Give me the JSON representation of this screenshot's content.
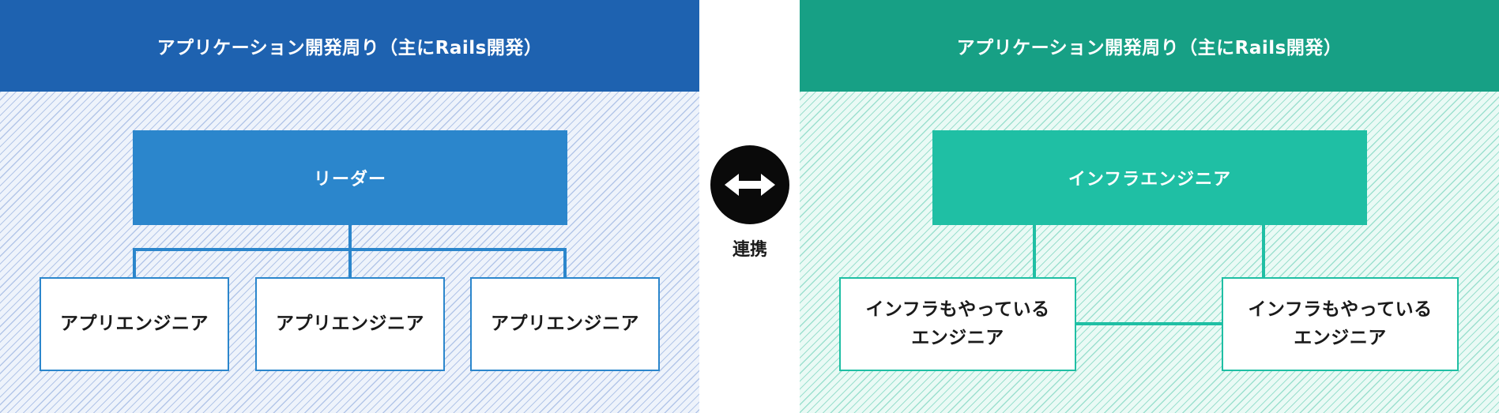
{
  "colors": {
    "left_header": "#1e62b0",
    "left_accent": "#2b86cc",
    "right_header": "#17a085",
    "right_accent": "#1fbfa4",
    "link_circle": "#0a0a0a"
  },
  "left_panel": {
    "header": "アプリケーション開発周り（主にRails開発）",
    "leader": "リーダー",
    "members": [
      "アプリエンジニア",
      "アプリエンジニア",
      "アプリエンジニア"
    ]
  },
  "right_panel": {
    "header": "アプリケーション開発周り（主にRails開発）",
    "leader": "インフラエンジニア",
    "members": [
      {
        "line1": "インフラもやっている",
        "line2": "エンジニア"
      },
      {
        "line1": "インフラもやっている",
        "line2": "エンジニア"
      }
    ]
  },
  "link": {
    "icon": "double-arrow-icon",
    "label": "連携"
  }
}
